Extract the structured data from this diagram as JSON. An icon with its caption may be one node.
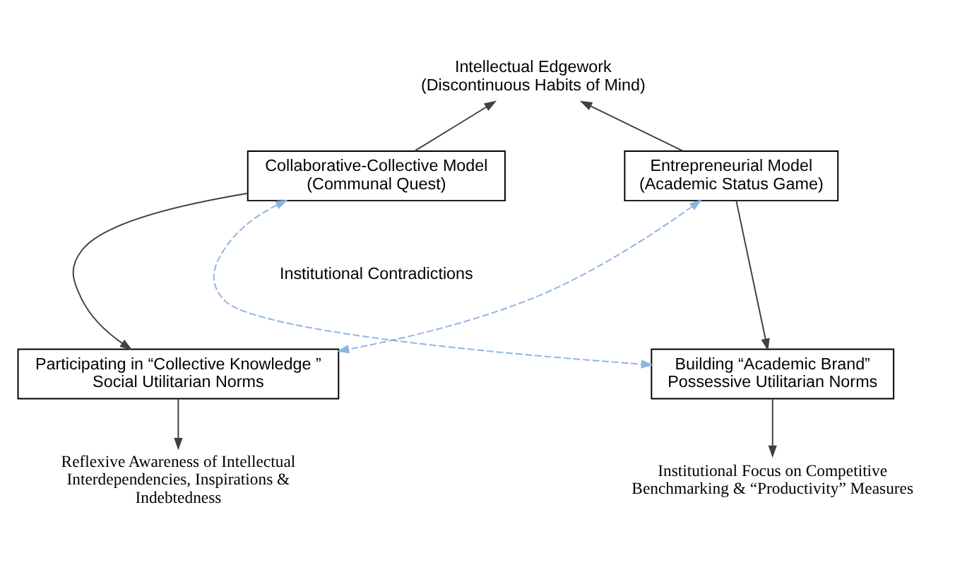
{
  "diagram": {
    "nodes": [
      {
        "text": [
          "Intellectual Edgework (Discontinuous Habits of Mind)"
        ]
      },
      {
        "text": [
          "Collaborative-Collective Model (Communal Quest)"
        ]
      },
      {
        "text": [
          "Entrepreneurial Model (Academic Status Game)"
        ]
      },
      {
        "text": [
          "Participating in “Collective Knowledge ” Social Utilitarian Norms"
        ]
      },
      {
        "text": [
          "Building “Academic Brand” Possessive Utilitarian Norms"
        ]
      },
      {
        "text": [
          "Reflexive Awareness of Intellectual Interdependencies, Inspirations & Indebtedness"
        ]
      },
      {
        "text": [
          "Institutional Focus on Competitive Benchmarking & “Productivity” Measures"
        ]
      }
    ],
    "edges": [
      {
        "from": 1,
        "to": 0,
        "arrow": "to"
      },
      {
        "from": 2,
        "to": 0,
        "arrow": "to"
      },
      {
        "from": 1,
        "to": 3,
        "arrow": "to"
      },
      {
        "from": 2,
        "to": 4,
        "arrow": "to"
      },
      {
        "from": 1,
        "to": 4,
        "arrow": "both",
        "style": "dashed",
        "color": "#8eb4e3"
      },
      {
        "from": 2,
        "to": 3,
        "arrow": "both",
        "style": "dashed",
        "color": "#8eb4e3"
      },
      {
        "from": 3,
        "to": 5,
        "arrow": "to"
      },
      {
        "from": 4,
        "to": 6,
        "arrow": "to"
      }
    ],
    "labels": [
      "Institutional Contradictions"
    ]
  }
}
